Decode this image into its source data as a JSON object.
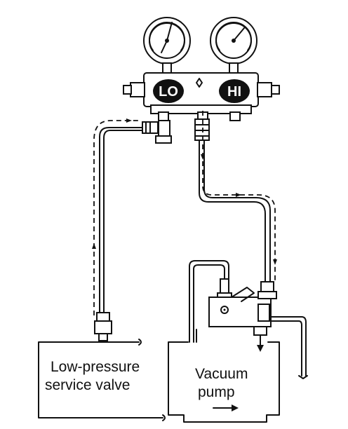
{
  "labels": {
    "lo_gauge": "LO",
    "hi_gauge": "HI",
    "service_valve_line1": "Low-pressure",
    "service_valve_line2": "service valve",
    "pump_line1": "Vacuum",
    "pump_line2": "pump"
  },
  "colors": {
    "ink": "#111111",
    "background": "#ffffff"
  }
}
